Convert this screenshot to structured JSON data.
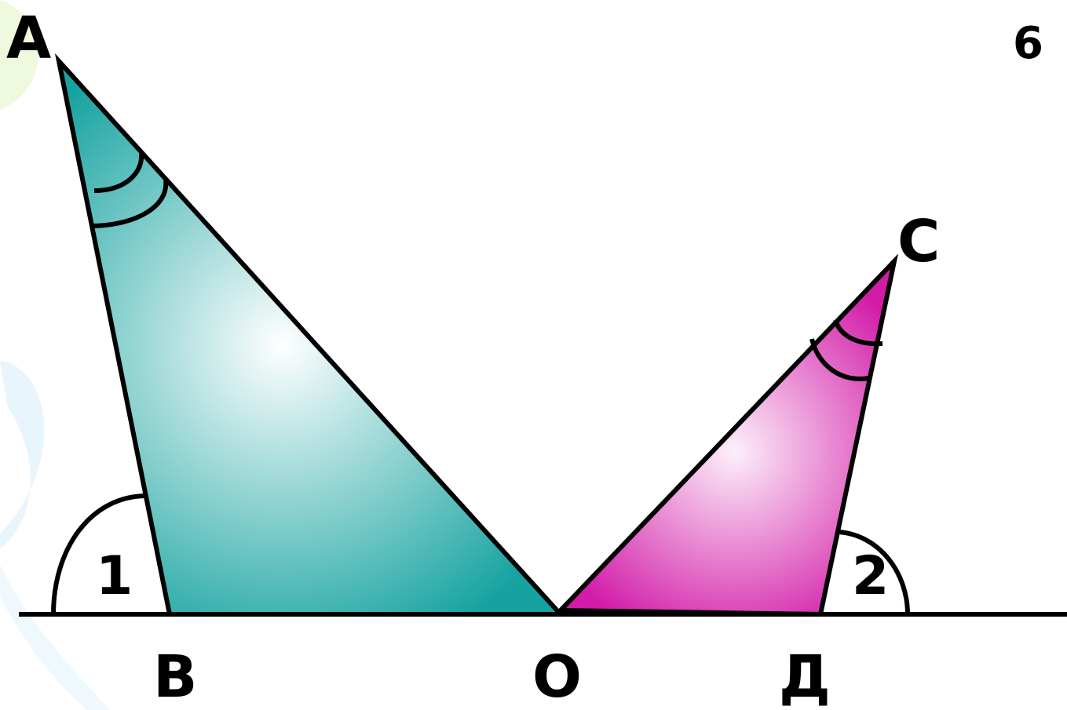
{
  "figure_number": "6",
  "points": {
    "A": "A",
    "B": "В",
    "O": "О",
    "C": "С",
    "D": "Д"
  },
  "angles": {
    "one": "1",
    "two": "2"
  },
  "colors": {
    "left_triangle_light": "#ffffff",
    "left_triangle_dark": "#16a3a0",
    "right_triangle_light": "#fdf0fa",
    "right_triangle_dark": "#d21ca8",
    "stroke": "#000000",
    "background_swirl_green": "#eaf7d6",
    "background_swirl_blue": "#e3f3fb"
  }
}
